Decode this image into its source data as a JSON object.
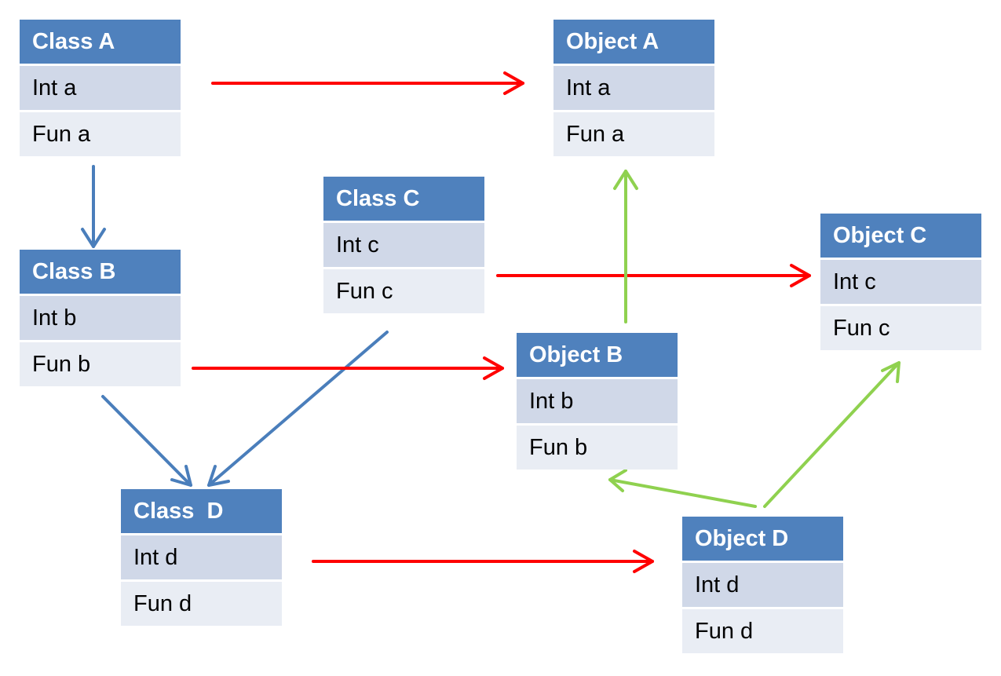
{
  "colors": {
    "header": "#4f81bd",
    "row1": "#d0d8e8",
    "row2": "#e9edf4",
    "inheritance": "#4a7ebb",
    "instantiation": "#ff0000",
    "reference": "#8fd14f"
  },
  "boxes": {
    "class_a": {
      "header": "Class A",
      "field": "Int a",
      "method": "Fun a"
    },
    "class_b": {
      "header": "Class B",
      "field": "Int b",
      "method": "Fun b"
    },
    "class_c": {
      "header": "Class C",
      "field": "Int c",
      "method": "Fun c"
    },
    "class_d": {
      "header": "Class  D",
      "field": "Int d",
      "method": "Fun d"
    },
    "object_a": {
      "header": "Object A",
      "field": "Int a",
      "method": "Fun a"
    },
    "object_b": {
      "header": "Object B",
      "field": "Int b",
      "method": "Fun b"
    },
    "object_c": {
      "header": "Object C",
      "field": "Int c",
      "method": "Fun c"
    },
    "object_d": {
      "header": "Object D",
      "field": "Int d",
      "method": "Fun d"
    }
  },
  "edges": [
    {
      "from": "class_a",
      "to": "class_b",
      "kind": "inheritance"
    },
    {
      "from": "class_b",
      "to": "class_d",
      "kind": "inheritance"
    },
    {
      "from": "class_c",
      "to": "class_d",
      "kind": "inheritance"
    },
    {
      "from": "class_a",
      "to": "object_a",
      "kind": "instantiation"
    },
    {
      "from": "class_b",
      "to": "object_b",
      "kind": "instantiation"
    },
    {
      "from": "class_c",
      "to": "object_c",
      "kind": "instantiation"
    },
    {
      "from": "class_d",
      "to": "object_d",
      "kind": "instantiation"
    },
    {
      "from": "object_b",
      "to": "object_a",
      "kind": "reference"
    },
    {
      "from": "object_d",
      "to": "object_b",
      "kind": "reference"
    },
    {
      "from": "object_d",
      "to": "object_c",
      "kind": "reference"
    }
  ]
}
